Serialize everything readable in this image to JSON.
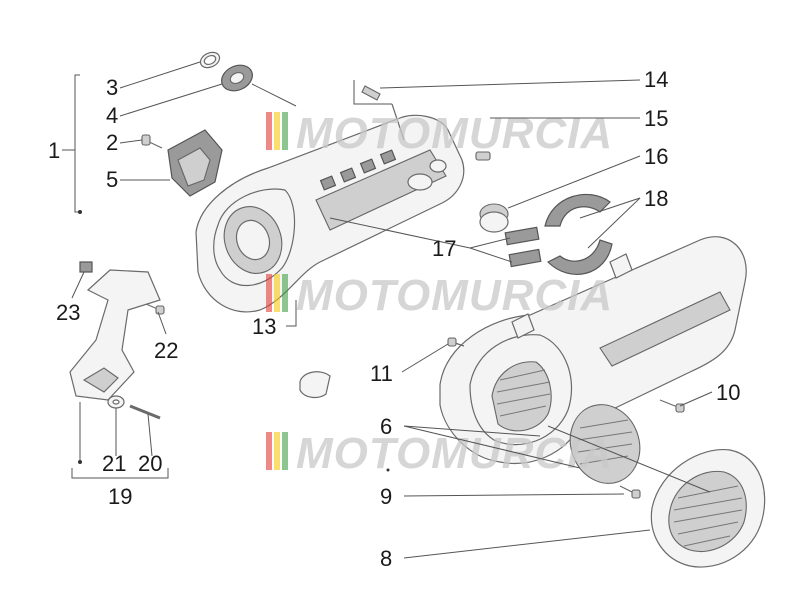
{
  "watermark": {
    "text": "MOTOMURCIA",
    "colors": [
      "#e53935",
      "#f9c80e",
      "#43a047"
    ]
  },
  "callouts": {
    "c1": "1",
    "c2": "2",
    "c3": "3",
    "c4": "4",
    "c5": "5",
    "c6": "6",
    "c8": "8",
    "c9": "9",
    "c10": "10",
    "c11": "11",
    "c13": "13",
    "c14": "14",
    "c15": "15",
    "c16": "16",
    "c17": "17",
    "c18": "18",
    "c19": "19",
    "c20": "20",
    "c21": "21",
    "c22": "22",
    "c23": "23"
  }
}
